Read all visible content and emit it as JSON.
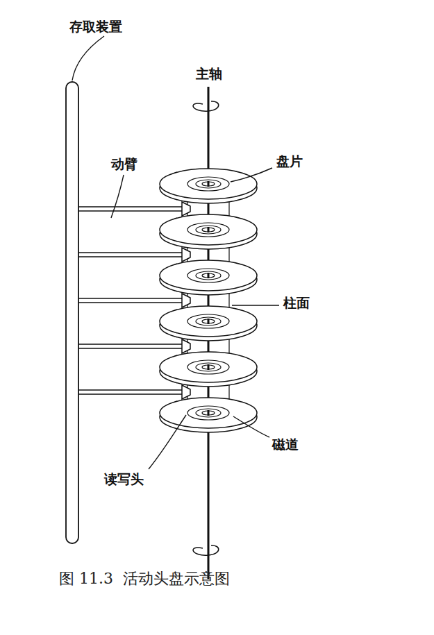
{
  "diagram": {
    "caption": "图 11.3  活动头盘示意图",
    "labels": [
      "存取装置",
      "动臂",
      "主轴",
      "盘片",
      "柱面",
      "磁道",
      "读写头"
    ]
  }
}
